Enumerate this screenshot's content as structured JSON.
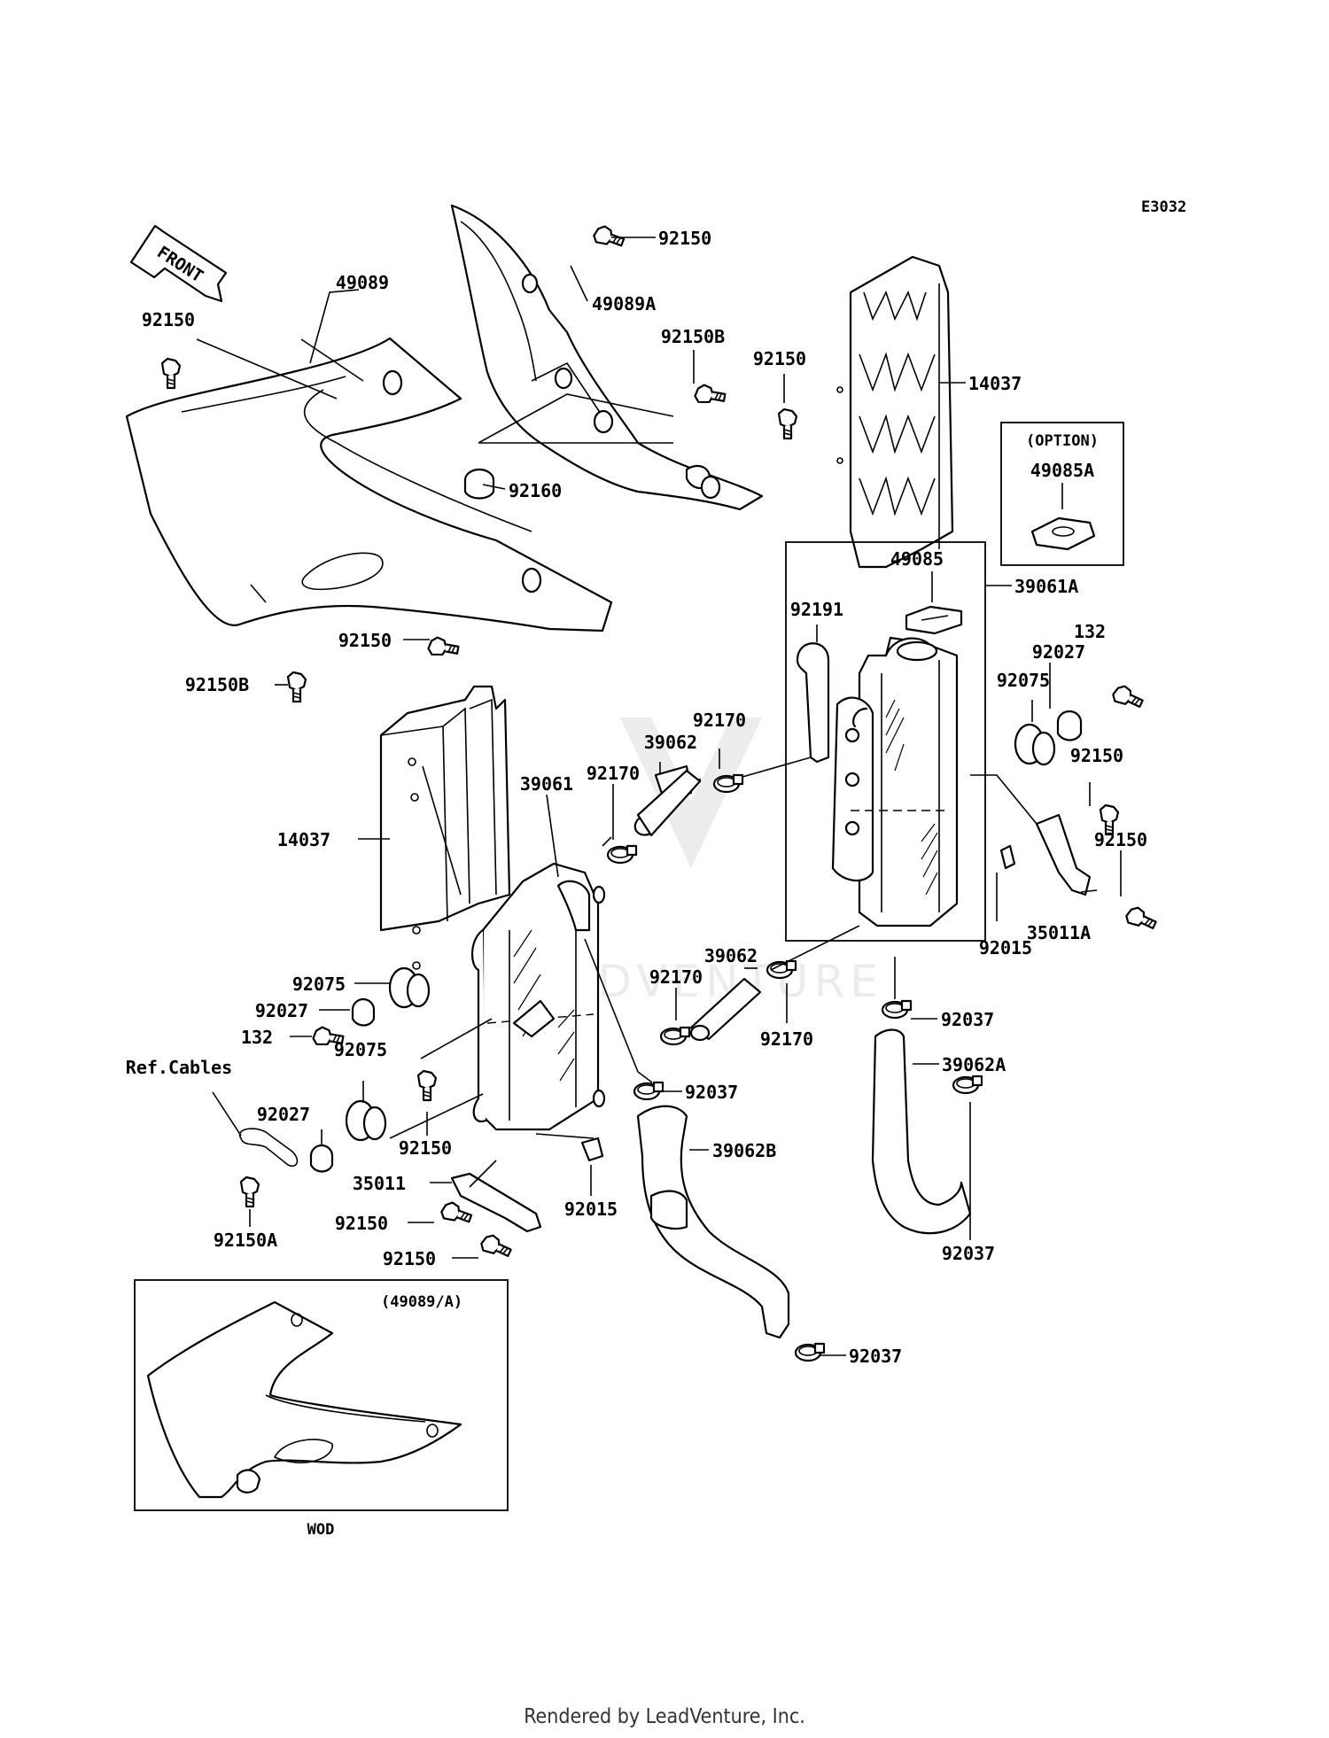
{
  "diagram_code": "E3032",
  "front_arrow_label": "FRONT",
  "labels": {
    "p49089": "49089",
    "p92150_tl": "92150",
    "p92150_top": "92150",
    "p49089A": "49089A",
    "p92150B_top": "92150B",
    "p92150_mid": "92150",
    "p14037_right": "14037",
    "p92160": "92160",
    "option_title": "(OPTION)",
    "option_part": "49085A",
    "p49085": "49085",
    "p39061A": "39061A",
    "p92191": "92191",
    "p92027_r": "92027",
    "p132_r": "132",
    "p92075_r": "92075",
    "p92150_r1": "92150",
    "p92150_shroud": "92150",
    "p92150B_low": "92150B",
    "p92170_a": "92170",
    "p39062_a": "39062",
    "p92170_b": "92170",
    "p39061": "39061",
    "p14037_left": "14037",
    "p92150_r2": "92150",
    "p35011A": "35011A",
    "p92015_r": "92015",
    "p39062_b": "39062",
    "p92170_c": "92170",
    "p92170_d": "92170",
    "p92037_a": "92037",
    "p92075_l1": "92075",
    "p92027_l1": "92027",
    "p132_l": "132",
    "p92075_l2": "92075",
    "ref_cables": "Ref.Cables",
    "p92027_l2": "92027",
    "p92150_l1": "92150",
    "p92037_b": "92037",
    "p39062A": "39062A",
    "p39062B": "39062B",
    "p35011": "35011",
    "p92015_l": "92015",
    "p92150A": "92150A",
    "p92150_l2": "92150",
    "p92150_l3": "92150",
    "p92037_c": "92037",
    "inset_title": "(49089/A)",
    "p92037_d": "92037",
    "inset_caption": "WOD"
  },
  "watermark": "LEADVENTURE",
  "footer": "Rendered by LeadVenture, Inc."
}
